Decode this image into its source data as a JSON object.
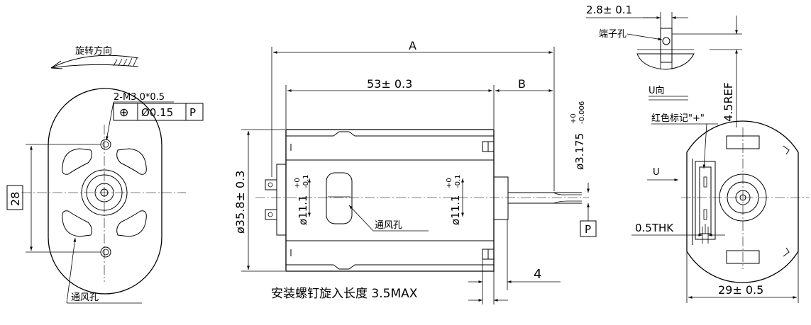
{
  "left_view": {
    "rotation_label": "旋转方向",
    "hole_spec": "2-M3.0*0.5",
    "tol_symbol": "⊕",
    "tol_value": "Ø0.15",
    "tol_datum": "P",
    "dim_height": "28",
    "vent_label": "通风孔"
  },
  "side_view": {
    "dim_total": "A",
    "dim_body": "53± 0.3",
    "dim_shaft": "B",
    "dim_body_dia": "ø35.8± 0.3",
    "dim_rear_boss": "ø11.1",
    "dim_rear_boss_tol_upper": "+0",
    "dim_rear_boss_tol_lower": "-0.1",
    "dim_front_boss": "ø11.1",
    "dim_front_boss_tol_upper": "+0",
    "dim_front_boss_tol_lower": "-0.1",
    "dim_shaft_dia": "ø3.175",
    "dim_shaft_dia_tol_upper": "+0",
    "dim_shaft_dia_tol_lower": "-0.006",
    "datum_label": "P",
    "vent_label": "通风孔",
    "dim_screw_gap": "4",
    "screw_note": "安装螺钉旋入长度 3.5MAX"
  },
  "right_view": {
    "dim_terminal_width": "2.8± 0.1",
    "terminal_hole_label": "端子孔",
    "u_view_label": "U向",
    "dim_terminal_ref": "4.5REF",
    "red_mark_label": "红色标记\"+\"",
    "u_arrow_label": "U",
    "dim_thickness": "0.5THK",
    "dim_width": "29± 0.5"
  }
}
